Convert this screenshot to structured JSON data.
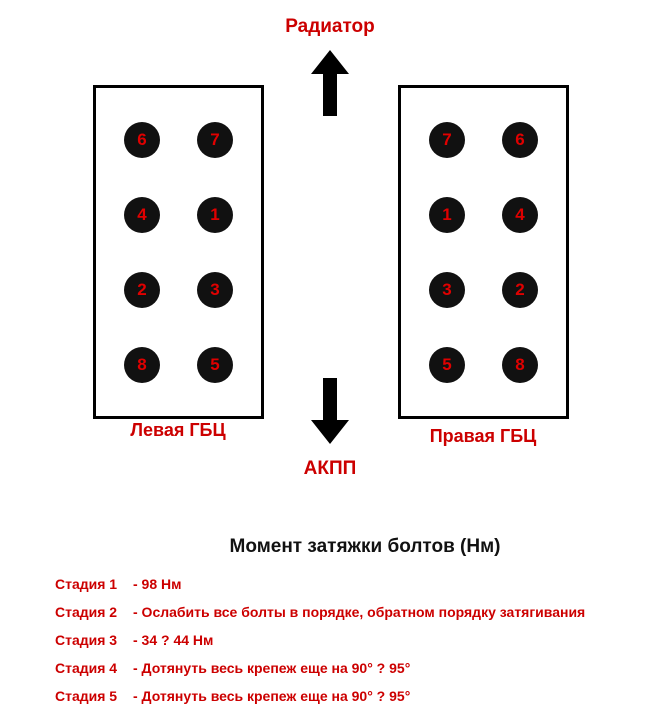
{
  "diagram": {
    "radiator_label": "Радиатор",
    "akpp_label": "АКПП",
    "left_head": {
      "label": "Левая ГБЦ",
      "bolts": [
        "6",
        "7",
        "4",
        "1",
        "2",
        "3",
        "8",
        "5"
      ]
    },
    "right_head": {
      "label": "Правая ГБЦ",
      "bolts": [
        "7",
        "6",
        "1",
        "4",
        "3",
        "2",
        "5",
        "8"
      ]
    }
  },
  "torque": {
    "title": "Момент затяжки болтов (Нм)",
    "stages": [
      {
        "name": "Стадия 1",
        "desc": "- 98 Нм"
      },
      {
        "name": "Стадия 2",
        "desc": "- Ослабить все болты в порядке, обратном порядку затягивания"
      },
      {
        "name": "Стадия 3",
        "desc": "- 34 ? 44 Нм"
      },
      {
        "name": "Стадия 4",
        "desc": "- Дотянуть весь крепеж еще на 90° ? 95°"
      },
      {
        "name": "Стадия 5",
        "desc": "- Дотянуть весь крепеж еще на 90° ? 95°"
      }
    ]
  },
  "colors": {
    "accent_red": "#cc0000",
    "bolt_number_red": "#e00000",
    "bolt_fill": "#111111",
    "arrow_black": "#000000"
  }
}
